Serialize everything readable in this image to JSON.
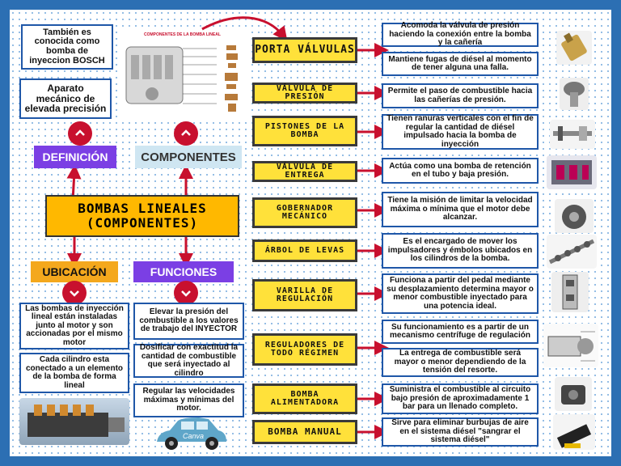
{
  "colors": {
    "frame": "#2c6fb3",
    "arrow": "#c8102e",
    "pill": "#ffe13a",
    "title": "#ffb800",
    "purple": "#7b3fe4",
    "orange": "#f4a81d",
    "light_blue": "#cfe6f2"
  },
  "left": {
    "aka": "También es conocida como bomba de inyeccion BOSCH",
    "definition_text": "Aparato mecánico de elevada precisión",
    "definicion_tag": "DEFINICIÓN",
    "componentes_tag": "COMPONENTES",
    "main_title": "BOMBAS LINEALES (COMPONENTES)",
    "ubicacion_tag": "UBICACIÓN",
    "funciones_tag": "FUNCIONES",
    "ubicacion_1": "Las bombas de inyección lineal están instaladas junto al motor y son accionadas por el mismo motor",
    "ubicacion_2": "Cada cilindro esta conectado a un elemento de la bomba de forma lineal",
    "funcion_1": "Elevar la presión del combustible a los valores de trabajo del INYECTOR",
    "funcion_2": "Dosificar con exactitud la cantidad de combustible que será inyectado al cilindro",
    "funcion_3": "Regular las velocidades máximas y mínimas del motor.",
    "diagram_caption": "COMPONENTES DE LA BOMBA LINEAL",
    "car_watermark": "Canva"
  },
  "components": [
    {
      "name": "PORTA VÁLVULAS"
    },
    {
      "name": "VÁLVULA DE PRESIÓN"
    },
    {
      "name": "PISTONES DE LA BOMBA"
    },
    {
      "name": "VÁLVULA DE ENTREGA"
    },
    {
      "name": "GOBERNADOR MECÁNICO"
    },
    {
      "name": "ÁRBOL DE LEVAS"
    },
    {
      "name": "VARILLA DE REGULACIÓN"
    },
    {
      "name": "REGULADORES DE TODO RÉGIMEN"
    },
    {
      "name": "BOMBA ALIMENTADORA"
    },
    {
      "name": "BOMBA MANUAL"
    }
  ],
  "descriptions": [
    "Acomoda la válvula de presión haciendo la conexión entre la bomba y la cañería",
    "Mantiene fugas de diésel al momento de tener alguna una falla.",
    "Permite el paso de combustible hacia las cañerías de presión.",
    "Tienen ranuras verticales con el fin de regular la cantidad de diésel impulsado hacia la bomba de inyección",
    "Actúa como una bomba de retención en el tubo y baja presión.",
    "Tiene la misión de limitar la velocidad máxima o mínima que el motor debe alcanzar.",
    "Es el encargado de mover los impulsadores y émbolos ubicados en los cilindros de la bomba.",
    "Funciona a partir del pedal mediante su desplazamiento determina mayor o menor combustible inyectado para una potencia ideal.",
    "Su funcionamiento es a partir de un mecanismo centrífuge de regulación",
    "La entrega de combustible será mayor o menor dependiendo de la tensión del resorte.",
    "Suministra el combustible al circuito bajo presión de aproximadamente 1 bar para un llenado completo.",
    "Sirve para eliminar burbujas de aire en el sistema diésel \"sangrar el sistema diésel\""
  ]
}
